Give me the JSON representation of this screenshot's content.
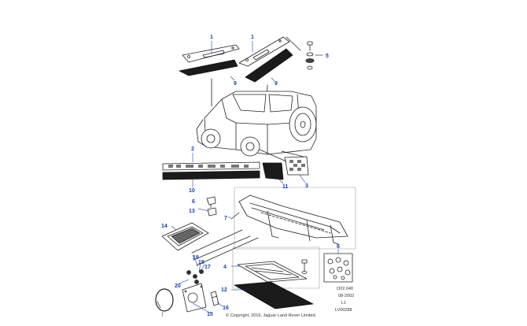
{
  "callouts": {
    "c1a": "1",
    "c1b": "1",
    "c2": "2",
    "c3": "3",
    "c4": "4",
    "c5": "5",
    "c6": "6",
    "c7": "7",
    "c8": "8",
    "c9a": "9",
    "c9b": "9",
    "c10": "10",
    "c11": "11",
    "c12": "12",
    "c13": "13",
    "c14": "14",
    "c15": "15",
    "c16": "16",
    "c17": "17",
    "c18": "18",
    "c19": "19",
    "c20": "20"
  },
  "meta": {
    "code": "O02.040",
    "date": "08-2002",
    "line3": "L1",
    "ref": "LV00288"
  },
  "copyright": "© Copyright, 2016, Jaguar Land Rover Limited.",
  "colors": {
    "callout": "#1a3fb3",
    "line": "#222222",
    "fill_dark": "#1b1b1b"
  }
}
